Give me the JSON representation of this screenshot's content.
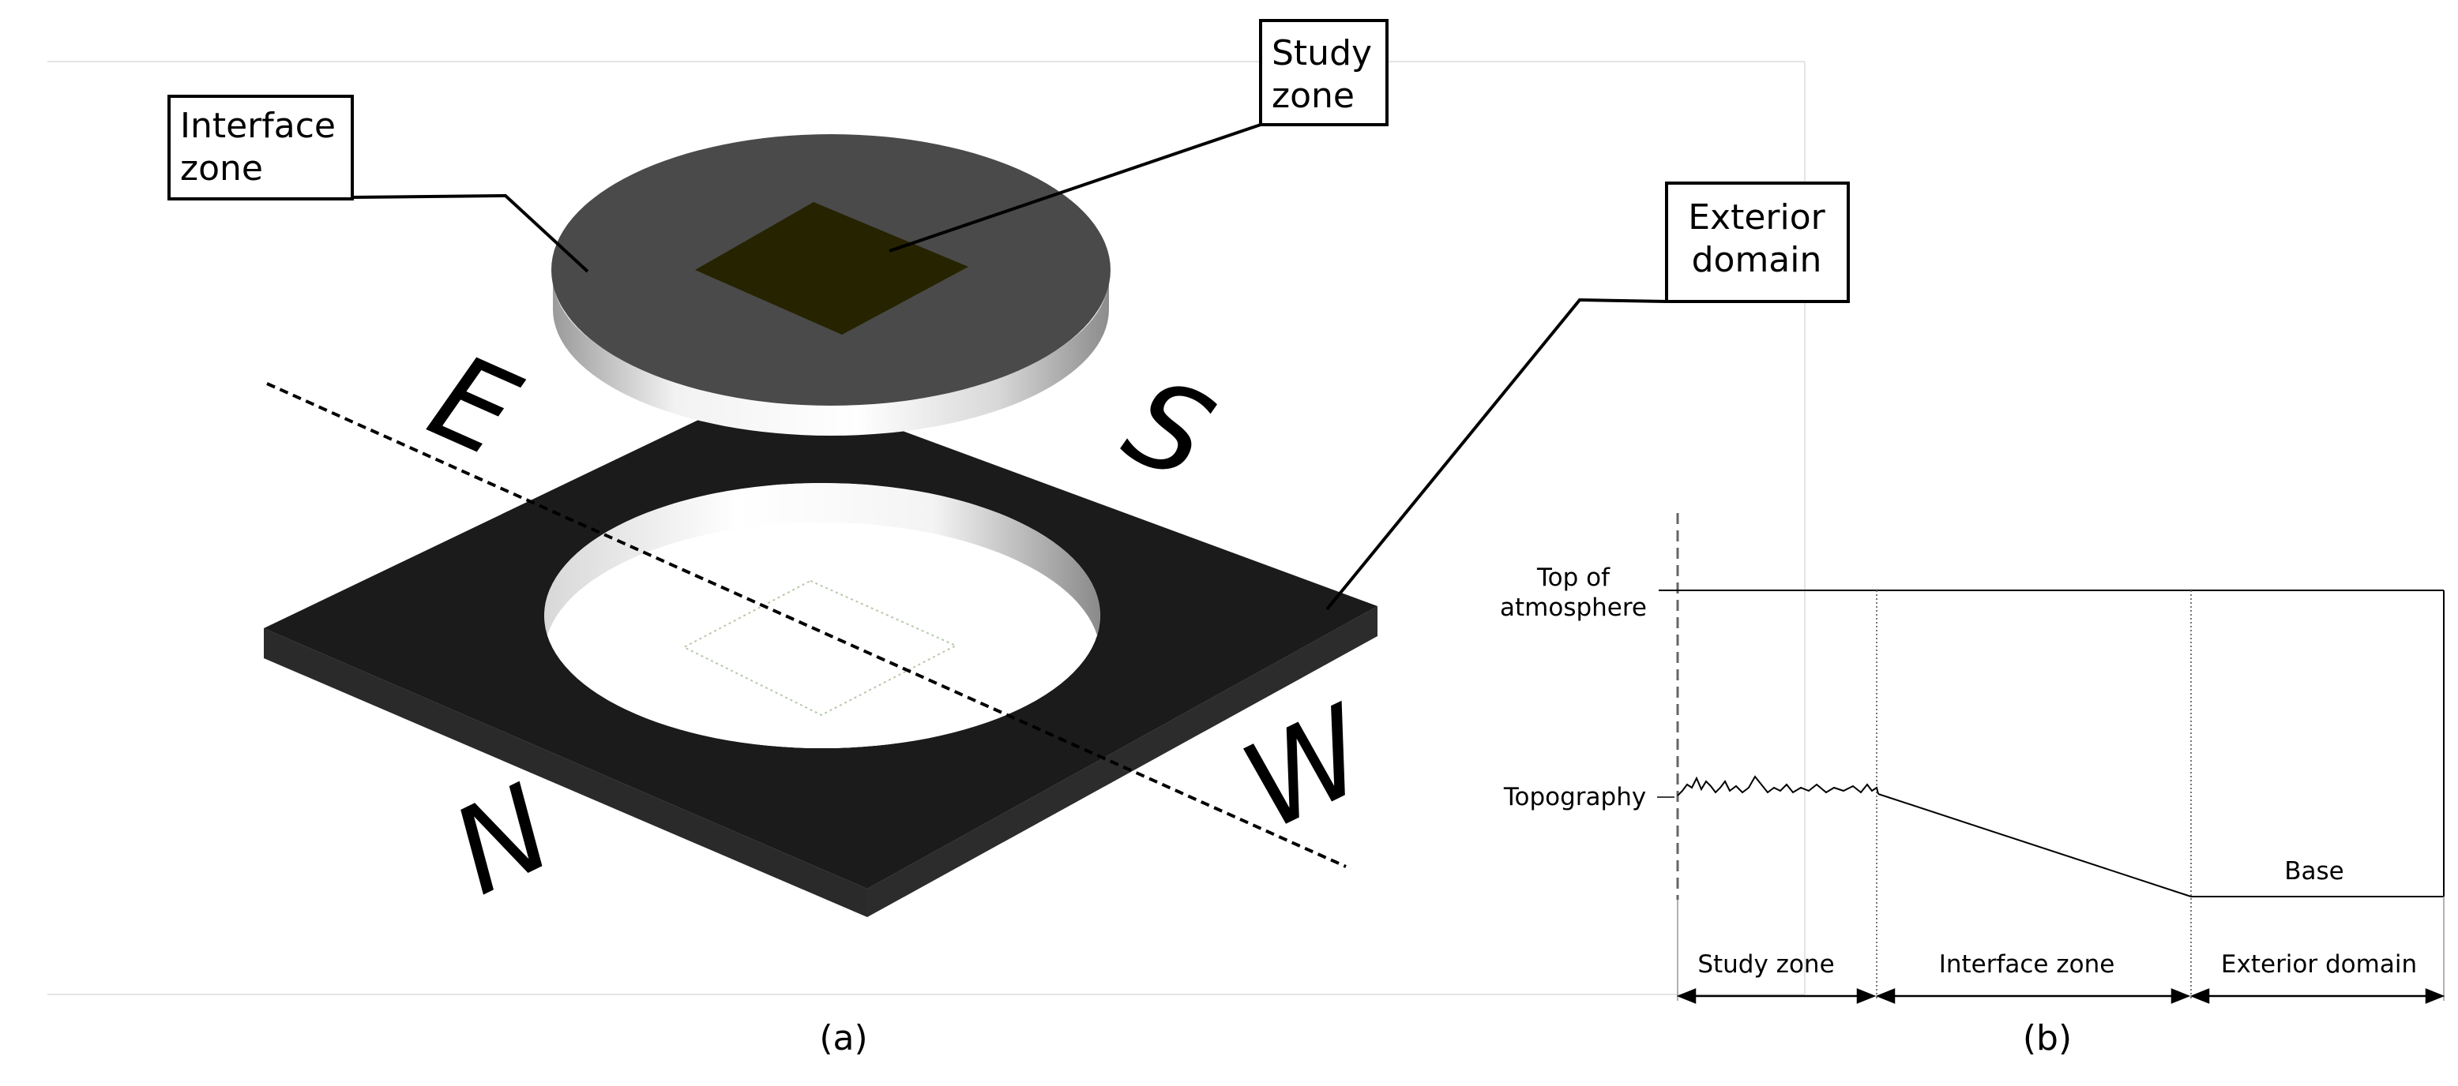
{
  "panel_a": {
    "callouts": {
      "interface_zone": [
        "Interface",
        "zone"
      ],
      "study_zone": [
        "Study",
        "zone"
      ],
      "exterior_domain": [
        "Exterior",
        "domain"
      ]
    },
    "compass": {
      "north": "N",
      "east": "E",
      "south": "S",
      "west": "W"
    },
    "caption": "(a)"
  },
  "panel_b": {
    "top_of_atmosphere": [
      "Top of",
      "atmosphere"
    ],
    "topography": "Topography",
    "base": "Base",
    "zones": [
      "Study zone",
      "Interface zone",
      "Exterior domain"
    ],
    "caption": "(b)"
  },
  "colors": {
    "disk_top": "#4a4a4a",
    "study_square": "#262300",
    "plate_top": "#1b1b1b",
    "plate_side": "#2c2c2c"
  }
}
